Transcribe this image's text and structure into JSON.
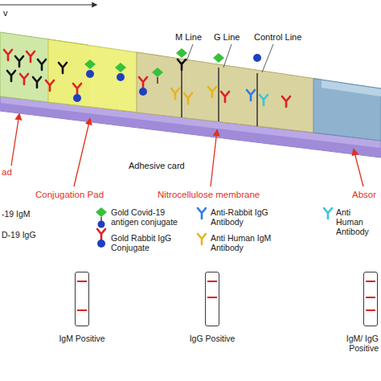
{
  "diagram": {
    "nodes": [
      {
        "text": [
          "IgM Positive"
        ]
      },
      {
        "text": [
          "IgG Positive"
        ]
      },
      {
        "text": [
          "IgM/ IgG Positive"
        ]
      }
    ],
    "labels": [
      "v",
      "M Line",
      "G Line",
      "Control Line",
      "ad",
      "Adhesive card",
      "Conjugation Pad",
      "Nitrocellulose membrane",
      "Absor"
    ],
    "legend": [
      {
        "text": "-19 IgM"
      },
      {
        "text": "D-19 IgG"
      },
      {
        "text": "Gold Covid-19 antigen conjugate"
      },
      {
        "text": "Gold Rabbit IgG Conjugate"
      },
      {
        "text": "Anti-Rabbit IgG Antibody"
      },
      {
        "text": "Anti Human IgM Antibody"
      },
      {
        "text": "Anti Human Antibody"
      }
    ]
  }
}
